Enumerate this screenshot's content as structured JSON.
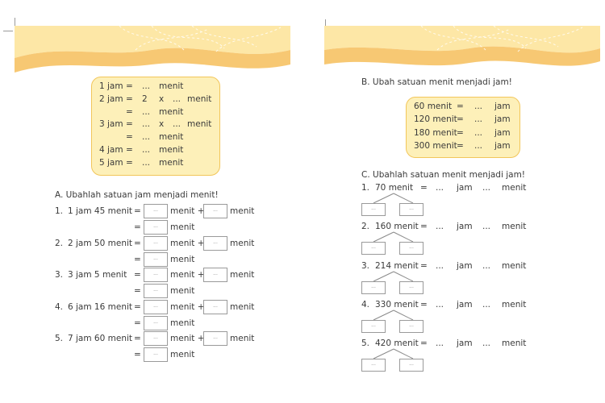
{
  "placeholder": "...",
  "left_box": {
    "rows": [
      {
        "a": "1 jam",
        "eq": "=",
        "b": "...",
        "c": "menit",
        "d": "",
        "e": ""
      },
      {
        "a": "2 jam",
        "eq": "=",
        "b": "2",
        "c": "x",
        "d": "...",
        "e": "menit"
      },
      {
        "a": "",
        "eq": "=",
        "b": "...",
        "c": "menit",
        "d": "",
        "e": ""
      },
      {
        "a": "3 jam",
        "eq": "=",
        "b": "...",
        "c": "x",
        "d": "...",
        "e": "menit"
      },
      {
        "a": "",
        "eq": "=",
        "b": "...",
        "c": "menit",
        "d": "",
        "e": ""
      },
      {
        "a": "4 jam",
        "eq": "=",
        "b": "...",
        "c": "menit",
        "d": "",
        "e": ""
      },
      {
        "a": "5 jam",
        "eq": "=",
        "b": "...",
        "c": "menit",
        "d": "",
        "e": ""
      }
    ]
  },
  "section_a": {
    "title": "A.  Ubahlah satuan jam menjadi menit!",
    "eq": "=",
    "plus": "menit +",
    "unit": "menit",
    "items": [
      {
        "num": "1.",
        "label": "1 jam 45 menit"
      },
      {
        "num": "2.",
        "label": "2 jam 50 menit"
      },
      {
        "num": "3.",
        "label": "3 jam 5 menit"
      },
      {
        "num": "4.",
        "label": "6 jam 16 menit"
      },
      {
        "num": "5.",
        "label": "7 jam 60 menit"
      }
    ]
  },
  "section_b": {
    "title": "B.  Ubah satuan menit menjadi jam!",
    "rows": [
      {
        "a": "60 menit",
        "eq": "=",
        "b": "...",
        "c": "jam"
      },
      {
        "a": "120 menit",
        "eq": "=",
        "b": "...",
        "c": "jam"
      },
      {
        "a": "180 menit",
        "eq": "=",
        "b": "...",
        "c": "jam"
      },
      {
        "a": "300 menit",
        "eq": "=",
        "b": "...",
        "c": "jam"
      }
    ]
  },
  "section_c": {
    "title": "C.  Ubahlah satuan menit menjadi jam!",
    "eq": "=",
    "blank": "...",
    "jam": "jam",
    "menit": "menit",
    "items": [
      {
        "num": "1.",
        "label": "70 menit"
      },
      {
        "num": "2.",
        "label": "160 menit"
      },
      {
        "num": "3.",
        "label": "214 menit"
      },
      {
        "num": "4.",
        "label": "330 menit"
      },
      {
        "num": "5.",
        "label": "420 menit"
      }
    ]
  },
  "colors": {
    "banner_light": "#fde7a6",
    "banner_dark": "#f7c873",
    "panel_fill": "#fdf0b9",
    "panel_border": "#f2c65a"
  }
}
